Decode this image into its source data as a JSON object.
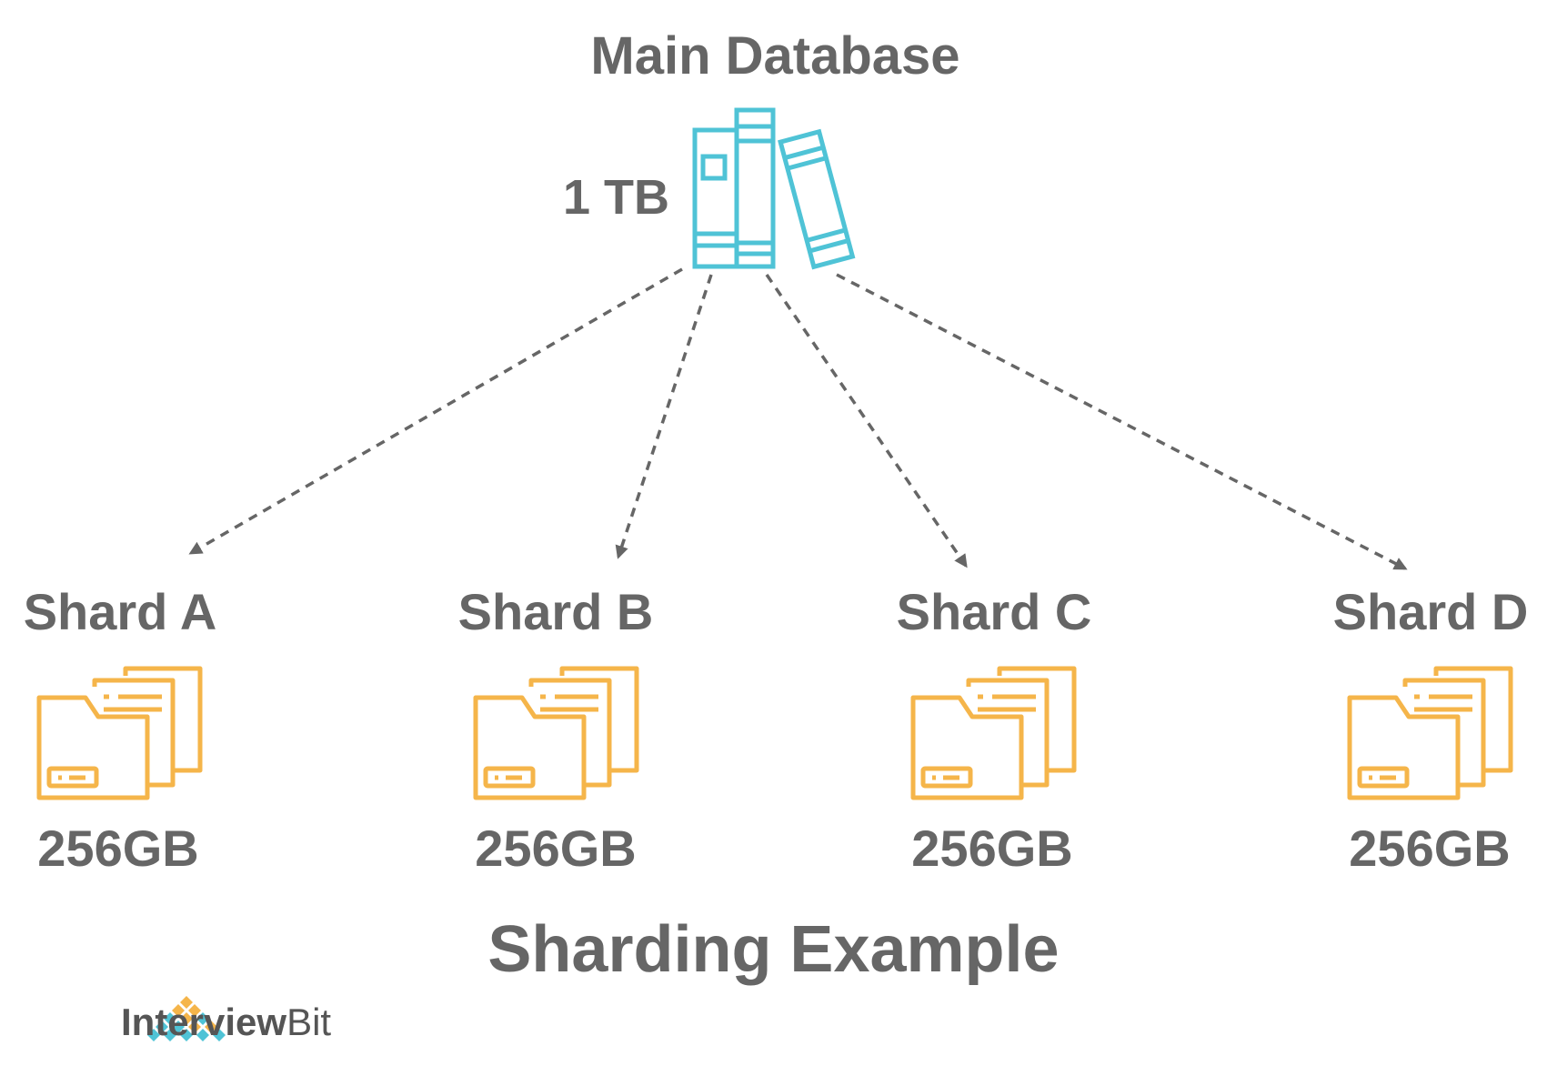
{
  "main": {
    "title": "Main Database",
    "size": "1 TB"
  },
  "shards": [
    {
      "name": "Shard A",
      "size": "256GB"
    },
    {
      "name": "Shard B",
      "size": "256GB"
    },
    {
      "name": "Shard C",
      "size": "256GB"
    },
    {
      "name": "Shard D",
      "size": "256GB"
    }
  ],
  "caption": "Sharding Example",
  "brand": {
    "part1": "Interview",
    "part2": "Bit"
  },
  "colors": {
    "text": "#666666",
    "arrow": "#666666",
    "database_icon": "#4fc3d6",
    "folder_icon": "#f5b54a",
    "logo_orange": "#f5b54a",
    "logo_teal": "#4fc3d6"
  },
  "icons": {
    "database": "books-icon",
    "shard": "folder-files-icon",
    "logo": "diamond-grid-icon"
  }
}
